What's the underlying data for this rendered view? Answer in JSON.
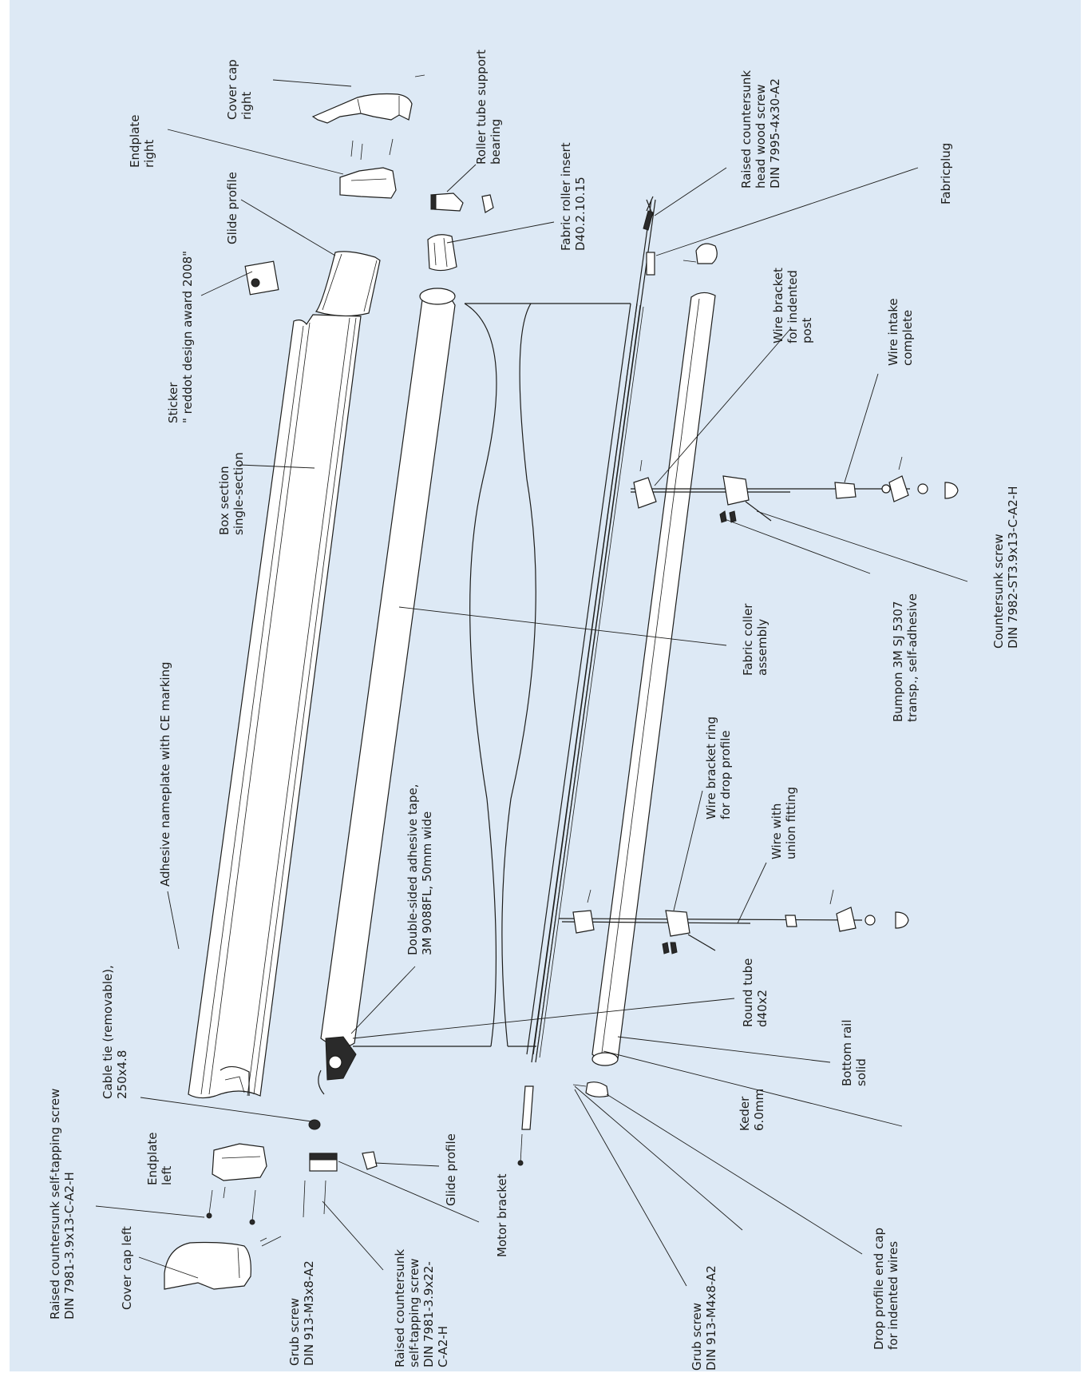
{
  "labels": {
    "cover_cap_right": [
      "Cover cap",
      "right"
    ],
    "endplate_right": [
      "Endplate",
      "right"
    ],
    "roller_tube_support_bearing": [
      "Roller tube support",
      "bearing"
    ],
    "raised_countersunk_wood_screw": [
      "Raised countersunk",
      "head wood screw",
      "DIN 7995-4x30-A2"
    ],
    "glide_profile_top": [
      "Glide profile"
    ],
    "fabric_roller_insert": [
      "Fabric roller insert",
      "D40.2.10.15"
    ],
    "fabricplug": [
      "Fabricplug"
    ],
    "sticker": [
      "Sticker",
      "\" reddot design award 2008\""
    ],
    "wire_bracket_indented": [
      "Wire bracket",
      "for indented",
      "post"
    ],
    "wire_intake": [
      "Wire intake",
      "complete"
    ],
    "box_section": [
      "Box section",
      "single-section"
    ],
    "countersunk_screw": [
      "Countersunk screw",
      "DIN 7982-ST3.9x13-C-A2-H"
    ],
    "adhesive_nameplate": [
      "Adhesive nameplate with CE marking"
    ],
    "fabric_roller_assembly": [
      "Fabric coller",
      "assembly"
    ],
    "bumpon": [
      "Bumpon 3M SJ 5307",
      "transp., self-adhesive"
    ],
    "wire_bracket_ring": [
      "Wire bracket ring",
      "for drop profile"
    ],
    "double_sided_tape": [
      "Double-sided adhesive tape,",
      "3M 9088FL, 50mm wide"
    ],
    "wire_union": [
      "Wire with",
      "union fitting"
    ],
    "cable_tie": [
      "Cable tie (removable),",
      "250x4.8"
    ],
    "round_tube": [
      "Round tube",
      "d40x2"
    ],
    "bottom_rail": [
      "Bottom rail",
      "solid"
    ],
    "endplate_left": [
      "Endplate",
      "left"
    ],
    "raised_countersunk_tapping_screw": [
      "Raised countersunk self-tapping screw",
      "DIN 7981-3.9x13-C-A2-H"
    ],
    "keder": [
      "Keder",
      "6.0mm"
    ],
    "glide_profile_bottom": [
      "Glide profile"
    ],
    "cover_cap_left": [
      "Cover cap left"
    ],
    "motor_bracket": [
      "Motor bracket"
    ],
    "drop_profile_end_cap": [
      "Drop profile end cap",
      "for indented wires"
    ],
    "grub_screw_m3": [
      "Grub screw",
      "DIN 913-M3x8-A2"
    ],
    "raised_countersunk_22": [
      "Raised countersunk",
      "self-tapping screw",
      "DIN 7981-3.9x22-",
      "C-A2-H"
    ],
    "grub_screw_m4": [
      "Grub screw",
      "DIN 913-M4x8-A2"
    ]
  },
  "colors": {
    "background": "#dde9f5",
    "ink": "#1d1d1b",
    "part_fill": "#ffffff"
  }
}
